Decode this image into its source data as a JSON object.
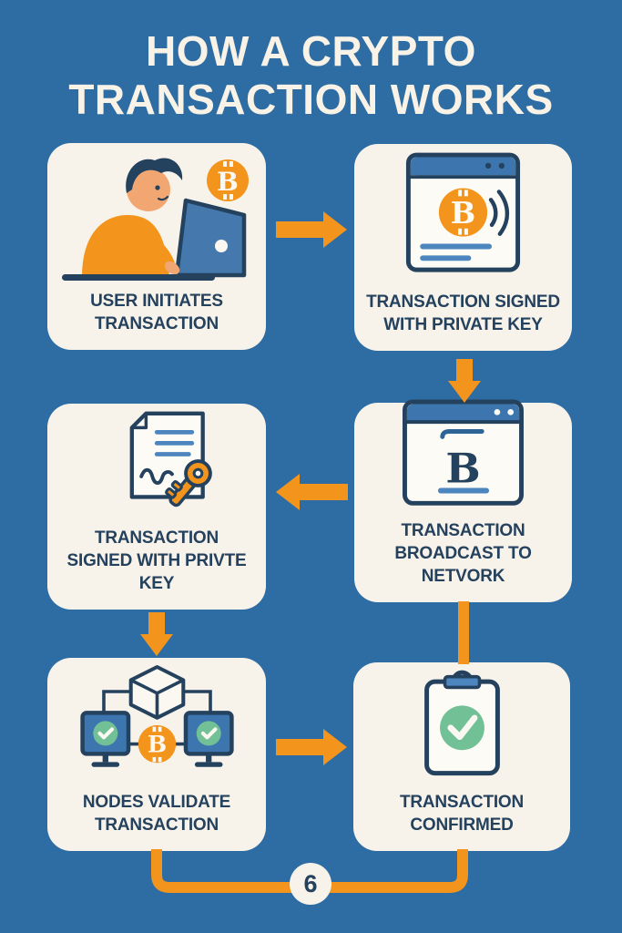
{
  "title": {
    "text": "HOW A CRYPTO\nTRANSACTION WORKS"
  },
  "steps": [
    {
      "caption": "USER INITIATES\nTRANSACTION",
      "icon": "user-at-laptop-bitcoin-icon"
    },
    {
      "caption": "TRANSACTION SIGNED\nWITH PRIVATE KEY",
      "icon": "browser-bitcoin-signature-icon"
    },
    {
      "caption": "TRANSACTION\nSIGNED WITH PRIVTE\nKEY",
      "icon": "document-with-key-icon"
    },
    {
      "caption": "TRANSACTION\nBROADCAST TO NETVORK",
      "icon": "browser-broadcast-b-icon"
    },
    {
      "caption": "NODES VALIDATE\nTRANSACTION",
      "icon": "cube-nodes-monitors-icon"
    },
    {
      "caption": "TRANSACTION\nCONFIRMED",
      "icon": "clipboard-checkmark-icon"
    }
  ],
  "badge": {
    "value": "6"
  },
  "colors": {
    "background": "#2E6DA4",
    "card": "#F8F3EA",
    "accent_orange": "#F3941C",
    "navy": "#24415E",
    "blue": "#3D76AE",
    "light_blue": "#4D86BE",
    "green": "#72C096",
    "title_text": "#F8F2E7"
  }
}
